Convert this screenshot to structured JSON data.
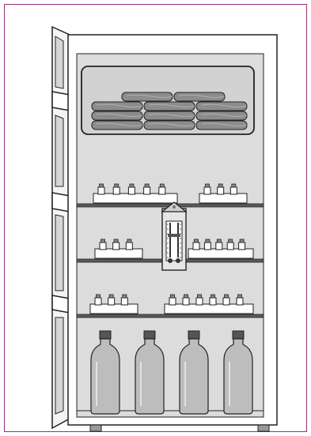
{
  "illustration": {
    "subject": "refrigerator-open-with-vaccine-storage",
    "frame_color": "#9b2f7a",
    "colors": {
      "fridge_body": "#ffffff",
      "interior": "#dcdcdc",
      "outline": "#222222",
      "shelf": "#5a5a5a",
      "ice_pack": "#8c8c8c",
      "bottle": "#bdbdbd",
      "cap": "#555555",
      "tray": "#ffffff",
      "vial": "#ffffff",
      "thermometer": "#e6e6e6",
      "feet": "#9a9a9a"
    },
    "contents": {
      "ice_packs_top_row": 2,
      "ice_pack_columns": 3,
      "ice_pack_stack_height": 3,
      "shelf_1_vial_trays": [
        5,
        3
      ],
      "shelf_2_vial_trays": [
        3,
        5
      ],
      "shelf_3_vial_trays": [
        3,
        6
      ],
      "water_bottles": 4,
      "thermometer": "min-max-thermometer"
    }
  }
}
